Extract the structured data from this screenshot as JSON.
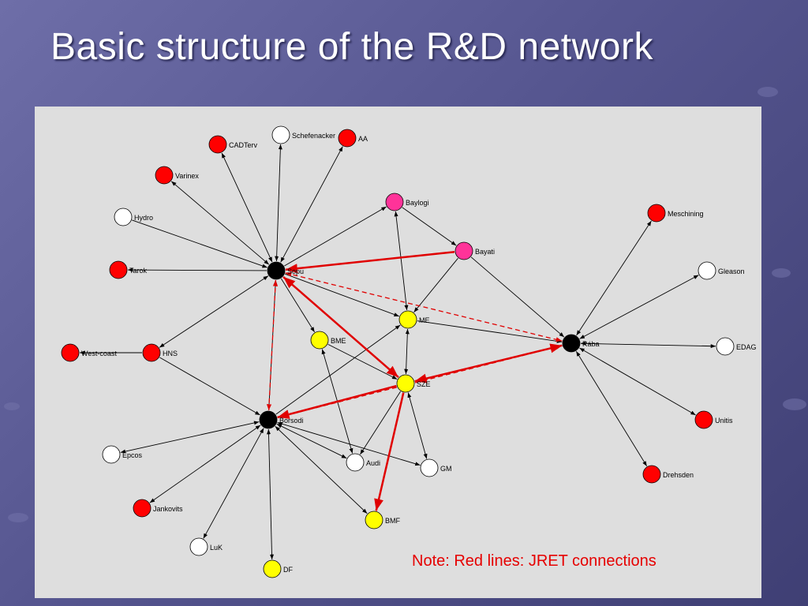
{
  "title": "Basic structure of the R&D network",
  "note": "Note: Red lines: JRET connections",
  "colors": {
    "red": "#ff0000",
    "white": "#ffffff",
    "black": "#000000",
    "yellow": "#ffff00",
    "magenta": "#ff3399",
    "panel": "#dedede",
    "edge": "#000000",
    "jret": "#e00000"
  },
  "nodes": [
    {
      "id": "sopu",
      "label": "Sopu",
      "color": "black"
    },
    {
      "id": "borsodi",
      "label": "Borsodi",
      "color": "black"
    },
    {
      "id": "raba",
      "label": "Rába",
      "color": "black"
    },
    {
      "id": "cadterv",
      "label": "CADTerv",
      "color": "red"
    },
    {
      "id": "schefenacker",
      "label": "Schefenacker",
      "color": "white"
    },
    {
      "id": "aa",
      "label": "AA",
      "color": "red"
    },
    {
      "id": "varinex",
      "label": "Varinex",
      "color": "red"
    },
    {
      "id": "hydro",
      "label": "Hydro",
      "color": "white"
    },
    {
      "id": "tarok",
      "label": "Tarok",
      "color": "red"
    },
    {
      "id": "baylogi",
      "label": "Baylogi",
      "color": "magenta"
    },
    {
      "id": "bayati",
      "label": "Bayati",
      "color": "magenta"
    },
    {
      "id": "me",
      "label": "ME",
      "color": "yellow"
    },
    {
      "id": "bme",
      "label": "BME",
      "color": "yellow"
    },
    {
      "id": "sze",
      "label": "SZE",
      "color": "yellow"
    },
    {
      "id": "westcoast",
      "label": "West-coast",
      "color": "red"
    },
    {
      "id": "hns",
      "label": "HNS",
      "color": "red"
    },
    {
      "id": "meschining",
      "label": "Meschining",
      "color": "red"
    },
    {
      "id": "gleason",
      "label": "Gleason",
      "color": "white"
    },
    {
      "id": "edag",
      "label": "EDAG",
      "color": "white"
    },
    {
      "id": "unitis",
      "label": "Unitis",
      "color": "red"
    },
    {
      "id": "drehsden",
      "label": "Drehsden",
      "color": "red"
    },
    {
      "id": "epcos",
      "label": "Epcos",
      "color": "white"
    },
    {
      "id": "audi",
      "label": "Audi",
      "color": "white"
    },
    {
      "id": "gm",
      "label": "GM",
      "color": "white"
    },
    {
      "id": "jankovits",
      "label": "Jankovits",
      "color": "red"
    },
    {
      "id": "luk",
      "label": "LuK",
      "color": "white"
    },
    {
      "id": "bmf",
      "label": "BMF",
      "color": "yellow"
    },
    {
      "id": "df",
      "label": "DF",
      "color": "yellow"
    }
  ],
  "edges": [
    {
      "from": "sopu",
      "to": "cadterv",
      "type": "black",
      "dir": "both"
    },
    {
      "from": "sopu",
      "to": "schefenacker",
      "type": "black",
      "dir": "both"
    },
    {
      "from": "sopu",
      "to": "aa",
      "type": "black",
      "dir": "both"
    },
    {
      "from": "varinex",
      "to": "sopu",
      "type": "black",
      "dir": "both"
    },
    {
      "from": "hydro",
      "to": "sopu",
      "type": "black",
      "dir": "forward"
    },
    {
      "from": "sopu",
      "to": "tarok",
      "type": "black",
      "dir": "forward"
    },
    {
      "from": "sopu",
      "to": "baylogi",
      "type": "black",
      "dir": "forward"
    },
    {
      "from": "sopu",
      "to": "hns",
      "type": "black",
      "dir": "both"
    },
    {
      "from": "sopu",
      "to": "bme",
      "type": "black",
      "dir": "forward"
    },
    {
      "from": "sopu",
      "to": "me",
      "type": "black",
      "dir": "forward"
    },
    {
      "from": "borsodi",
      "to": "sopu",
      "type": "black",
      "dir": "forward"
    },
    {
      "from": "westcoast",
      "to": "hns",
      "type": "black",
      "dir": "backward"
    },
    {
      "from": "hns",
      "to": "borsodi",
      "type": "black",
      "dir": "forward"
    },
    {
      "from": "borsodi",
      "to": "me",
      "type": "black",
      "dir": "forward"
    },
    {
      "from": "borsodi",
      "to": "epcos",
      "type": "black",
      "dir": "both"
    },
    {
      "from": "borsodi",
      "to": "jankovits",
      "type": "black",
      "dir": "both"
    },
    {
      "from": "borsodi",
      "to": "luk",
      "type": "black",
      "dir": "both"
    },
    {
      "from": "borsodi",
      "to": "df",
      "type": "black",
      "dir": "both"
    },
    {
      "from": "borsodi",
      "to": "bmf",
      "type": "black",
      "dir": "both"
    },
    {
      "from": "borsodi",
      "to": "audi",
      "type": "black",
      "dir": "both"
    },
    {
      "from": "borsodi",
      "to": "gm",
      "type": "black",
      "dir": "both"
    },
    {
      "from": "baylogi",
      "to": "bayati",
      "type": "black",
      "dir": "forward"
    },
    {
      "from": "baylogi",
      "to": "me",
      "type": "black",
      "dir": "both"
    },
    {
      "from": "bayati",
      "to": "me",
      "type": "black",
      "dir": "forward"
    },
    {
      "from": "bayati",
      "to": "raba",
      "type": "black",
      "dir": "forward"
    },
    {
      "from": "me",
      "to": "raba",
      "type": "black",
      "dir": "forward"
    },
    {
      "from": "me",
      "to": "sze",
      "type": "black",
      "dir": "both"
    },
    {
      "from": "bme",
      "to": "sze",
      "type": "black",
      "dir": "forward"
    },
    {
      "from": "bme",
      "to": "audi",
      "type": "black",
      "dir": "both"
    },
    {
      "from": "sze",
      "to": "audi",
      "type": "black",
      "dir": "forward"
    },
    {
      "from": "sze",
      "to": "gm",
      "type": "black",
      "dir": "both"
    },
    {
      "from": "raba",
      "to": "meschining",
      "type": "black",
      "dir": "both"
    },
    {
      "from": "raba",
      "to": "gleason",
      "type": "black",
      "dir": "both"
    },
    {
      "from": "raba",
      "to": "edag",
      "type": "black",
      "dir": "both"
    },
    {
      "from": "raba",
      "to": "unitis",
      "type": "black",
      "dir": "both"
    },
    {
      "from": "raba",
      "to": "drehsden",
      "type": "black",
      "dir": "both"
    },
    {
      "from": "sopu",
      "to": "bayati",
      "type": "red",
      "dir": "backward"
    },
    {
      "from": "sopu",
      "to": "sze",
      "type": "red",
      "dir": "both"
    },
    {
      "from": "sze",
      "to": "borsodi",
      "type": "red",
      "dir": "forward"
    },
    {
      "from": "sze",
      "to": "raba",
      "type": "red",
      "dir": "both"
    },
    {
      "from": "sze",
      "to": "bmf",
      "type": "red",
      "dir": "forward"
    },
    {
      "from": "sopu",
      "to": "raba",
      "type": "red-dashed",
      "dir": "both"
    },
    {
      "from": "sopu",
      "to": "borsodi",
      "type": "red-dashed",
      "dir": "both"
    },
    {
      "from": "borsodi",
      "to": "raba",
      "type": "red-dashed",
      "dir": "forward"
    }
  ]
}
